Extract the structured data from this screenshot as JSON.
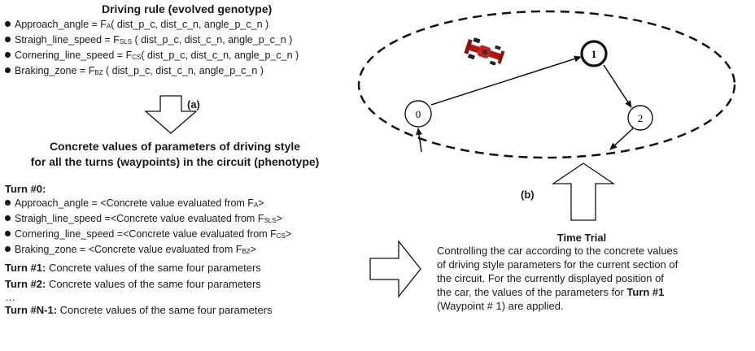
{
  "rule": {
    "title": "Driving rule (evolved genotype)",
    "items": [
      {
        "name": "Approach_angle",
        "fn": "F",
        "sub": "A",
        "args": "( dist_p_c, dist_c_n, angle_p_c_n )"
      },
      {
        "name": "Straigh_line_speed",
        "fn": "F",
        "sub": "SLS",
        "args": " ( dist_p_c, dist_c_n, angle_p_c_n )"
      },
      {
        "name": "Cornering_line_speed",
        "fn": "F",
        "sub": "CS",
        "args": "( dist_p_c, dist_c_n, angle_p_c_n )"
      },
      {
        "name": "Braking_zone",
        "fn": "F",
        "sub": "BZ",
        "args": " ( dist_p_c, dist_c_n, angle_p_c_n )"
      }
    ]
  },
  "arrow_a_label": "(a)",
  "phenotype": {
    "line1": "Concrete values of parameters of driving style",
    "line2": "for all the turns (waypoints) in the circuit (phenotype)"
  },
  "turn0": {
    "heading": "Turn #0:",
    "items": [
      {
        "name": "Approach_angle",
        "sep": " = ",
        "text": "<Concrete value evaluated from F",
        "sub": "A",
        "end": ">"
      },
      {
        "name": "Straigh_line_speed",
        "sep": " =",
        "text": "<Concrete value evaluated from F",
        "sub": "SLS",
        "end": ">"
      },
      {
        "name": "Cornering_line_speed",
        "sep": " =",
        "text": "<Concrete value evaluated from F",
        "sub": "CS",
        "end": ">"
      },
      {
        "name": "Braking_zone",
        "sep": " = ",
        "text": "<Concrete value evaluated from F",
        "sub": "BZ",
        "end": ">"
      }
    ]
  },
  "turns": [
    {
      "label": "Turn #1:",
      "text": " Concrete values of the same four parameters"
    },
    {
      "label": "Turn #2:",
      "text": " Concrete values of the same four parameters"
    },
    {
      "label": "Turn #N-1:",
      "text": " Concrete values of the same four parameters"
    }
  ],
  "ellipsis": "…",
  "circuit": {
    "waypoints": [
      "0",
      "1",
      "2"
    ],
    "arrow_b_label": "(b)",
    "time_trial": "Time Trial",
    "desc": [
      "Controlling the car according to the concrete values",
      "of driving style parameters for the current section of",
      "the circuit. For the currently displayed position of",
      "the car, the values of the parameters for ",
      "Turn #1",
      "(Waypoint # 1) are applied."
    ]
  },
  "colors": {
    "car_body": "#b01818",
    "car_dark": "#222222",
    "stroke": "#111111"
  }
}
